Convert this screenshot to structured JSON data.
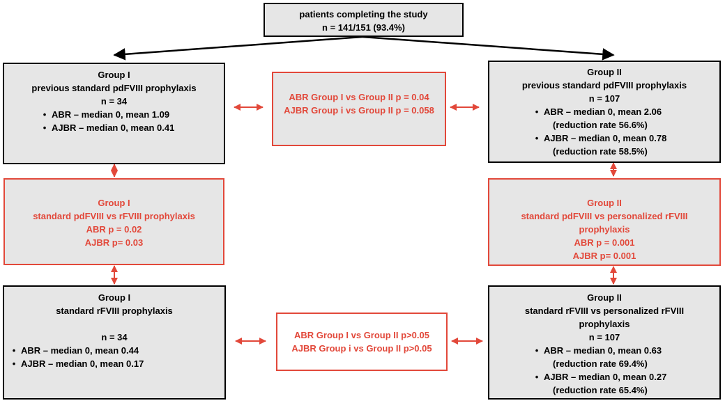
{
  "top": {
    "title": "patients completing the study",
    "count": "n = 141/151 (93.4%)"
  },
  "group1_prev": {
    "heading": "Group I",
    "subtitle": "previous standard pdFVIII prophylaxis",
    "n": "n = 34",
    "abr": "ABR – median 0, mean 1.09",
    "ajbr": "AJBR – median 0, mean 0.41"
  },
  "compare_prev": {
    "line1": "ABR Group I vs Group II p = 0.04",
    "line2": "AJBR Group i vs Group II p = 0.058"
  },
  "group2_prev": {
    "heading": "Group II",
    "subtitle": "previous standard pdFVIII prophylaxis",
    "n": "n = 107",
    "abr": "ABR – median 0, mean 2.06",
    "abr_reduction": "(reduction rate 56.6%)",
    "ajbr": "AJBR – median 0, mean 0.78",
    "ajbr_reduction": "(reduction rate 58.5%)"
  },
  "group1_change": {
    "heading": "Group I",
    "subtitle": "standard pdFVIII vs rFVIII prophylaxis",
    "abr_p": "ABR p = 0.02",
    "ajbr_p": "AJBR  p= 0.03"
  },
  "group2_change": {
    "heading": "Group II",
    "subtitle_line1": "standard pdFVIII vs personalized rFVIII",
    "subtitle_line2": "prophylaxis",
    "abr_p": "ABR p = 0.001",
    "ajbr_p": "AJBR  p= 0.001"
  },
  "group1_new": {
    "heading": "Group I",
    "subtitle": "standard rFVIII prophylaxis",
    "n": "n = 34",
    "abr": "ABR – median 0, mean 0.44",
    "ajbr": "AJBR – median 0, mean 0.17"
  },
  "compare_new": {
    "line1": "ABR Group I vs Group II p>0.05",
    "line2": "AJBR Group i vs Group II p>0.05"
  },
  "group2_new": {
    "heading": "Group II",
    "subtitle_line1": "standard rFVIII vs personalized rFVIII",
    "subtitle_line2": "prophylaxis",
    "n": "n = 107",
    "abr": "ABR – median 0, mean 0.63",
    "abr_reduction": "(reduction rate 69.4%)",
    "ajbr": "AJBR – median 0, mean 0.27",
    "ajbr_reduction": "(reduction rate 65.4%)"
  },
  "bullet_glyph": "•",
  "colors": {
    "box_fill": "#e6e6e6",
    "black_border": "#000000",
    "red_accent": "#e2483a"
  }
}
